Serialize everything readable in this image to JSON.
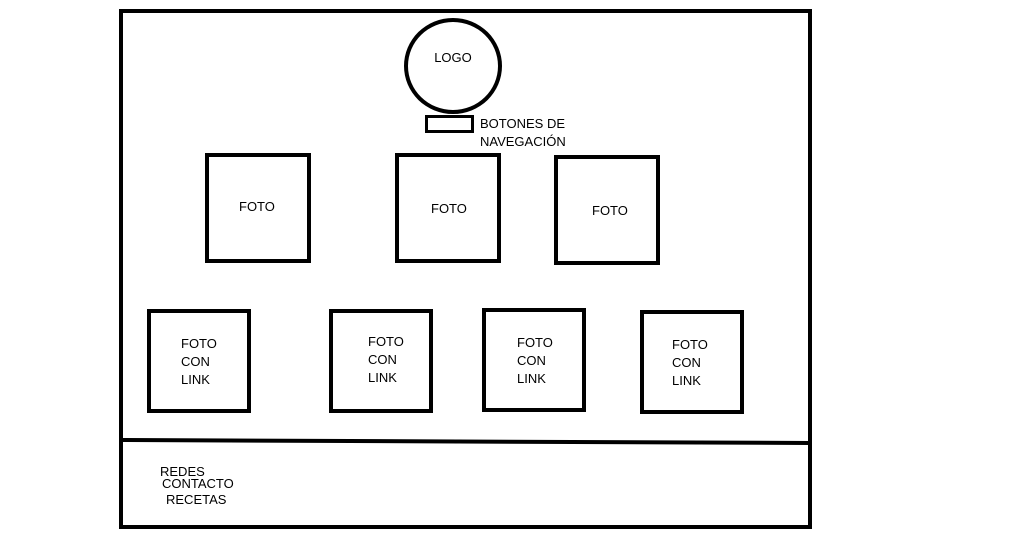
{
  "logo": {
    "label": "LOGO"
  },
  "navigation": {
    "label": "BOTONES DE NAVEGACIÓN"
  },
  "photos": [
    {
      "label": "FOTO"
    },
    {
      "label": "FOTO"
    },
    {
      "label": "FOTO"
    }
  ],
  "linked_photos": [
    {
      "line1": "FOTO",
      "line2": "CON",
      "line3": "LINK"
    },
    {
      "line1": "FOTO",
      "line2": "CON",
      "line3": "LINK"
    },
    {
      "line1": "FOTO",
      "line2": "CON",
      "line3": "LINK"
    },
    {
      "line1": "FOTO",
      "line2": "CON",
      "line3": "LINK"
    }
  ],
  "footer": {
    "items": [
      "REDES",
      "CONTACTO",
      "RECETAS"
    ]
  }
}
